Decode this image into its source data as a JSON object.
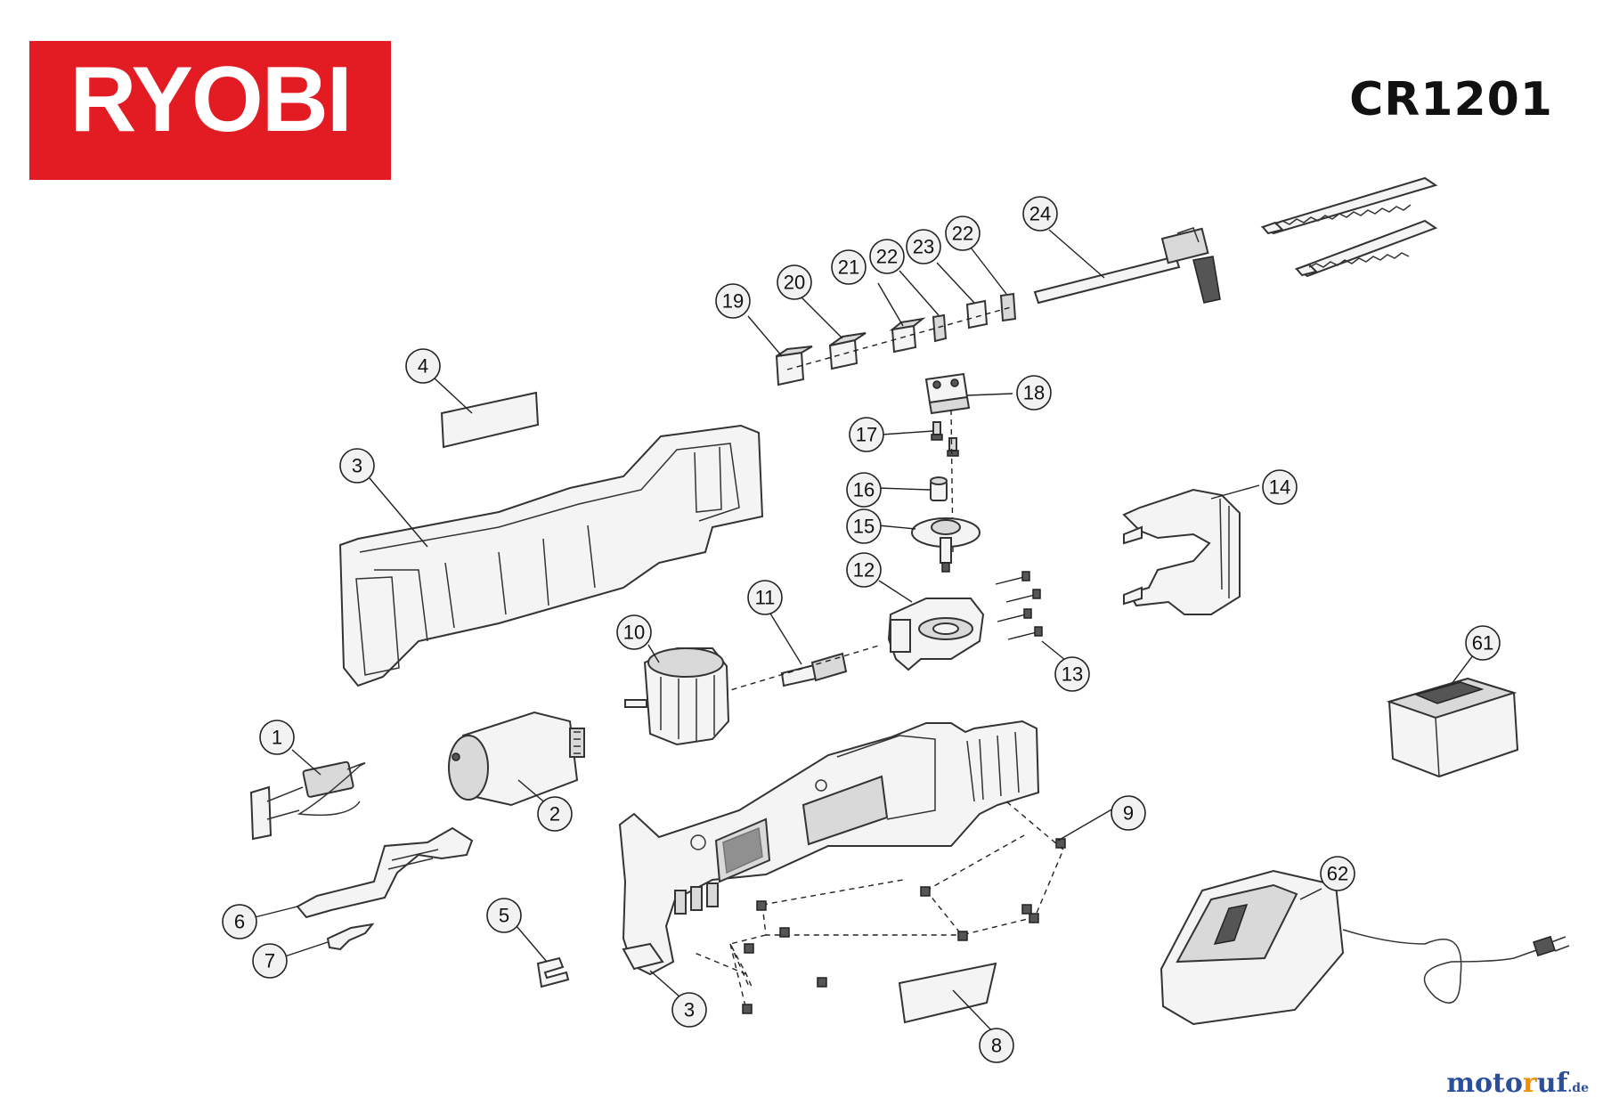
{
  "brand": {
    "logo_text": "RYOBI",
    "color": "#e31b23"
  },
  "model": "CR1201",
  "watermark": {
    "prefix": "moto",
    "accent": "r",
    "suffix": "uf",
    "tld": ".de"
  },
  "callouts": [
    {
      "id": "c1",
      "label": "1"
    },
    {
      "id": "c2",
      "label": "2"
    },
    {
      "id": "c3a",
      "label": "3"
    },
    {
      "id": "c3b",
      "label": "3"
    },
    {
      "id": "c4",
      "label": "4"
    },
    {
      "id": "c5",
      "label": "5"
    },
    {
      "id": "c6",
      "label": "6"
    },
    {
      "id": "c7",
      "label": "7"
    },
    {
      "id": "c8",
      "label": "8"
    },
    {
      "id": "c9",
      "label": "9"
    },
    {
      "id": "c10",
      "label": "10"
    },
    {
      "id": "c11",
      "label": "11"
    },
    {
      "id": "c12",
      "label": "12"
    },
    {
      "id": "c13",
      "label": "13"
    },
    {
      "id": "c14",
      "label": "14"
    },
    {
      "id": "c15",
      "label": "15"
    },
    {
      "id": "c16",
      "label": "16"
    },
    {
      "id": "c17",
      "label": "17"
    },
    {
      "id": "c18",
      "label": "18"
    },
    {
      "id": "c19",
      "label": "19"
    },
    {
      "id": "c20",
      "label": "20"
    },
    {
      "id": "c21",
      "label": "21"
    },
    {
      "id": "c22a",
      "label": "22"
    },
    {
      "id": "c23",
      "label": "23"
    },
    {
      "id": "c22b",
      "label": "22"
    },
    {
      "id": "c24",
      "label": "24"
    },
    {
      "id": "c61",
      "label": "61"
    },
    {
      "id": "c62",
      "label": "62"
    }
  ]
}
